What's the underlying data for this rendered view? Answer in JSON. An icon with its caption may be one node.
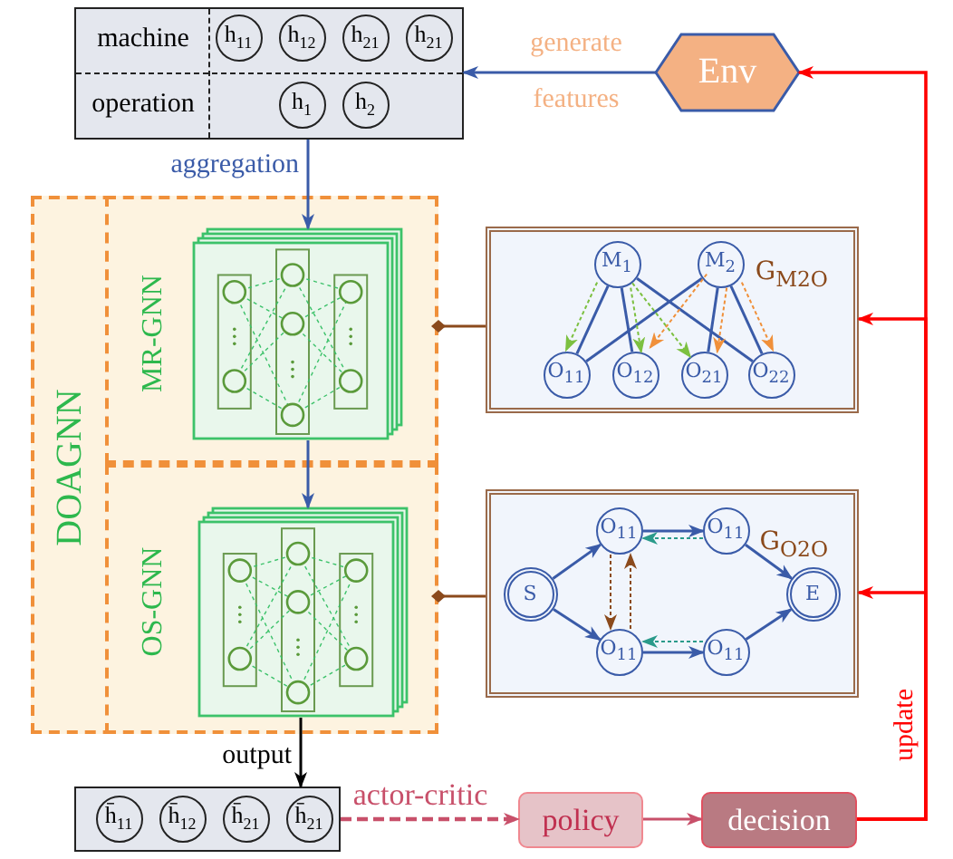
{
  "diagram": {
    "nodes": [
      {
        "text": [
          "machine",
          "operation"
        ]
      },
      {
        "text": [
          "h$_{11}$"
        ],
        "in": 0
      },
      {
        "text": [
          "h$_{12}$"
        ],
        "in": 0
      },
      {
        "text": [
          "h$_{21}$"
        ],
        "in": 0
      },
      {
        "text": [
          "h$_{21}$"
        ],
        "in": 0
      },
      {
        "text": [
          "h$_{1}$"
        ],
        "in": 0
      },
      {
        "text": [
          "h$_{2}$"
        ],
        "in": 0
      },
      {
        "text": [
          "Env"
        ]
      },
      {
        "text": [
          "DOAGNN"
        ]
      },
      {
        "text": [
          "MR-GNN"
        ],
        "in": 8
      },
      {
        "text": [],
        "shape": "picture",
        "in": 9
      },
      {
        "text": [
          "OS-GNN"
        ],
        "in": 8
      },
      {
        "text": [],
        "shape": "picture",
        "in": 11
      },
      {
        "text": [
          "G$_{M2O}$"
        ]
      },
      {
        "text": [
          "M$_{1}$"
        ],
        "in": 13
      },
      {
        "text": [
          "M$_{2}$"
        ],
        "in": 13
      },
      {
        "text": [
          "O$_{11}$"
        ],
        "in": 13
      },
      {
        "text": [
          "O$_{12}$"
        ],
        "in": 13
      },
      {
        "text": [
          "O$_{21}$"
        ],
        "in": 13
      },
      {
        "text": [
          "O$_{22}$"
        ],
        "in": 13
      },
      {
        "text": [
          "G$_{O2O}$"
        ]
      },
      {
        "text": [
          "S"
        ],
        "in": 20
      },
      {
        "text": [
          "O$_{11}$"
        ],
        "in": 20
      },
      {
        "text": [
          "O$_{11}$"
        ],
        "in": 20
      },
      {
        "text": [
          "O$_{11}$"
        ],
        "in": 20
      },
      {
        "text": [
          "O$_{11}$"
        ],
        "in": 20
      },
      {
        "text": [
          "E"
        ],
        "in": 20
      },
      {
        "text": [],
        "shape": "box"
      },
      {
        "text": [
          "h̄$_{11}$"
        ],
        "in": 27
      },
      {
        "text": [
          "h̄$_{12}$"
        ],
        "in": 27
      },
      {
        "text": [
          "h̄$_{21}$"
        ],
        "in": 27
      },
      {
        "text": [
          "h̄$_{21}$"
        ],
        "in": 27
      },
      {
        "text": [
          "policy"
        ]
      },
      {
        "text": [
          "decision"
        ]
      }
    ],
    "edges": [
      {
        "from": 7,
        "to": 0,
        "arrow": "to",
        "label": "generate features"
      },
      {
        "from": 0,
        "to": 10,
        "arrow": "to",
        "label": "aggregation"
      },
      {
        "from": 10,
        "to": 12,
        "arrow": "to"
      },
      {
        "from": 12,
        "to": 27,
        "arrow": "to",
        "label": "output",
        "color": "#000000"
      },
      {
        "from": 27,
        "to": 32,
        "arrow": "to",
        "label": "actor-critic",
        "style": "dashed",
        "color": "#c8506a"
      },
      {
        "from": 32,
        "to": 33,
        "arrow": "to",
        "color": "#c8506a"
      },
      {
        "from": 33,
        "to": 7,
        "arrow": "to",
        "label": "update",
        "color": "#ff0000"
      },
      {
        "from": 33,
        "to": 13,
        "arrow": "to",
        "color": "#ff0000"
      },
      {
        "from": 33,
        "to": 20,
        "arrow": "to",
        "color": "#ff0000"
      },
      {
        "from": 9,
        "to": 13,
        "arrow": "other",
        "color": "#8b4a1c"
      },
      {
        "from": 11,
        "to": 20,
        "arrow": "other",
        "color": "#8b4a1c"
      },
      {
        "from": 14,
        "to": 16,
        "arrow": "none"
      },
      {
        "from": 14,
        "to": 17,
        "arrow": "none"
      },
      {
        "from": 14,
        "to": 19,
        "arrow": "none"
      },
      {
        "from": 15,
        "to": 16,
        "arrow": "none"
      },
      {
        "from": 15,
        "to": 18,
        "arrow": "none"
      },
      {
        "from": 15,
        "to": 19,
        "arrow": "none"
      },
      {
        "from": 21,
        "to": 22,
        "arrow": "to"
      },
      {
        "from": 21,
        "to": 24,
        "arrow": "to"
      },
      {
        "from": 22,
        "to": 23,
        "arrow": "to"
      },
      {
        "from": 24,
        "to": 25,
        "arrow": "to"
      },
      {
        "from": 23,
        "to": 26,
        "arrow": "to"
      },
      {
        "from": 25,
        "to": 26,
        "arrow": "to"
      },
      {
        "from": 14,
        "to": 16,
        "arrow": "to",
        "style": "dashed",
        "color": "#7cc040"
      },
      {
        "from": 14,
        "to": 17,
        "arrow": "to",
        "style": "dashed",
        "color": "#7cc040"
      },
      {
        "from": 14,
        "to": 18,
        "arrow": "to",
        "style": "dashed",
        "color": "#7cc040"
      },
      {
        "from": 15,
        "to": 17,
        "arrow": "to",
        "style": "dashed",
        "color": "#f0903a"
      },
      {
        "from": 15,
        "to": 18,
        "arrow": "to",
        "style": "dashed",
        "color": "#f0903a"
      },
      {
        "from": 15,
        "to": 19,
        "arrow": "to",
        "style": "dashed",
        "color": "#f0903a"
      },
      {
        "from": 23,
        "to": 22,
        "arrow": "to",
        "style": "dashed",
        "color": "#2a9a8a"
      },
      {
        "from": 25,
        "to": 24,
        "arrow": "to",
        "style": "dashed",
        "color": "#2a9a8a"
      },
      {
        "from": 22,
        "to": 24,
        "arrow": "to",
        "style": "dashed",
        "color": "#8b4a1c"
      },
      {
        "from": 24,
        "to": 22,
        "arrow": "to",
        "style": "dashed",
        "color": "#8b4a1c"
      }
    ]
  }
}
